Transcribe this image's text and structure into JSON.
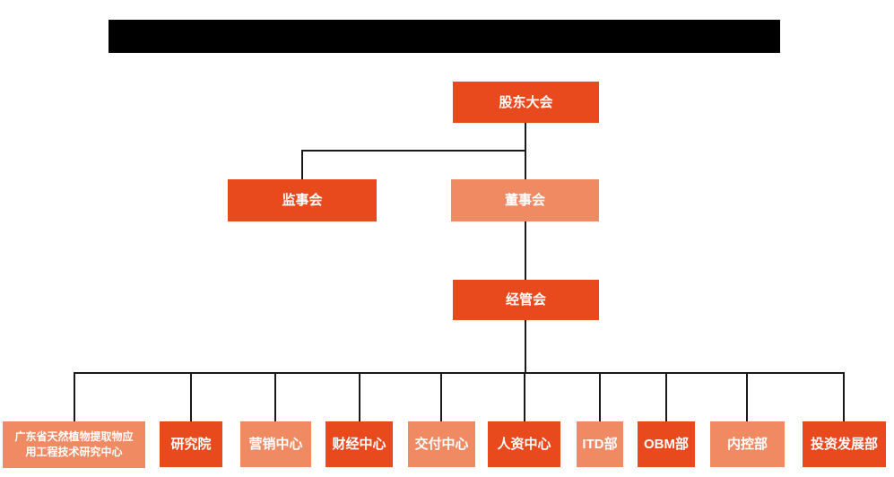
{
  "header": {
    "redacted_title_bar": true
  },
  "org_chart": {
    "colors": {
      "primary_box": "#E8491D",
      "secondary_box": "#F08A63",
      "connector_line": "#1a1a1a",
      "box_text": "#FFFFFF",
      "background": "#FFFFFF"
    },
    "nodes": [
      {
        "id": "shareholders-meeting",
        "label": "股东大会",
        "variant": "primary"
      },
      {
        "id": "supervisory-board",
        "label": "监事会",
        "variant": "primary"
      },
      {
        "id": "board-of-directors",
        "label": "董事会",
        "variant": "secondary"
      },
      {
        "id": "management-committee",
        "label": "经管会",
        "variant": "primary"
      },
      {
        "id": "research-center",
        "label": "广东省天然植物提取物应用工程技术研究中心",
        "variant": "secondary"
      },
      {
        "id": "research-institute",
        "label": "研究院",
        "variant": "primary"
      },
      {
        "id": "marketing-center",
        "label": "营销中心",
        "variant": "secondary"
      },
      {
        "id": "finance-center",
        "label": "财经中心",
        "variant": "primary"
      },
      {
        "id": "delivery-center",
        "label": "交付中心",
        "variant": "secondary"
      },
      {
        "id": "hr-center",
        "label": "人资中心",
        "variant": "primary"
      },
      {
        "id": "itd-department",
        "label": "ITD部",
        "variant": "secondary"
      },
      {
        "id": "obm-department",
        "label": "OBM部",
        "variant": "primary"
      },
      {
        "id": "internal-control-dept",
        "label": "内控部",
        "variant": "secondary"
      },
      {
        "id": "investment-development-dept",
        "label": "投资发展部",
        "variant": "primary"
      }
    ],
    "hierarchy": [
      {
        "parent": "股东大会",
        "children": [
          "监事会",
          "董事会"
        ]
      },
      {
        "parent": "董事会",
        "children": [
          "经管会"
        ]
      },
      {
        "parent": "经管会",
        "children": [
          "广东省天然植物提取物应用工程技术研究中心",
          "研究院",
          "营销中心",
          "财经中心",
          "交付中心",
          "人资中心",
          "ITD部",
          "OBM部",
          "内控部",
          "投资发展部"
        ]
      }
    ]
  }
}
